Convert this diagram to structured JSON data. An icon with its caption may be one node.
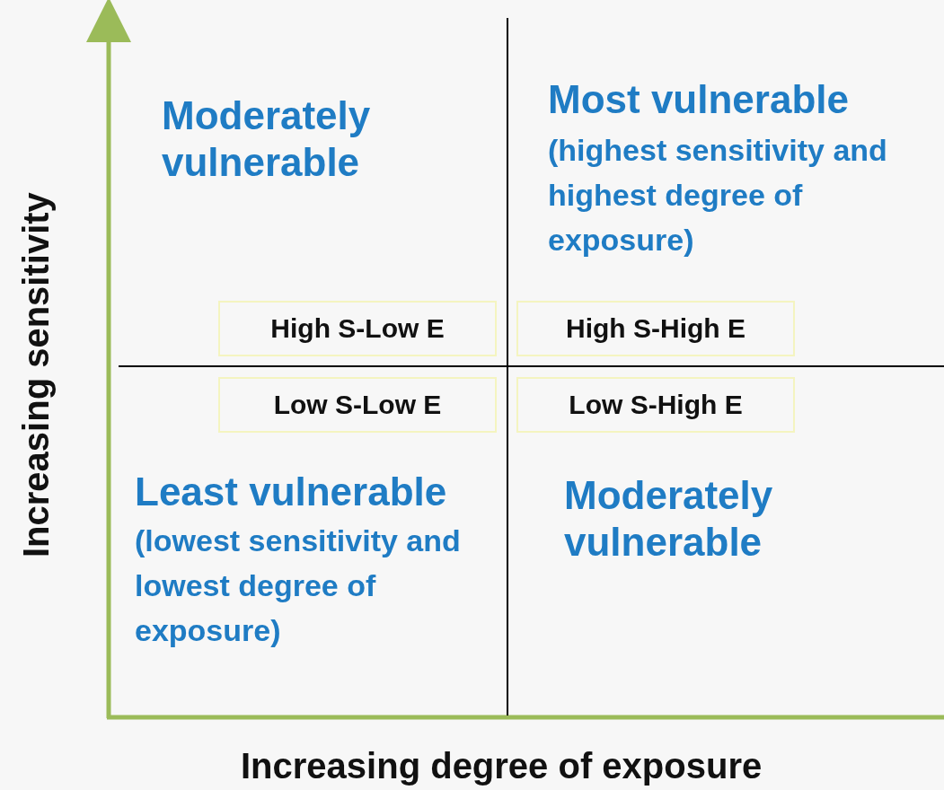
{
  "diagram": {
    "nodes": [
      {
        "text": [
          "High S-Low E"
        ]
      },
      {
        "text": [
          "High S-High E"
        ]
      },
      {
        "text": [
          "Low S-Low E"
        ]
      },
      {
        "text": [
          "Low S-High E"
        ]
      }
    ],
    "labels": [
      "Moderately vulnerable",
      "Most vulnerable",
      "(highest sensitivity and highest degree of exposure)",
      "Least vulnerable",
      "(lowest sensitivity and lowest degree of exposure)",
      "Moderately vulnerable",
      "Increasing sensitivity",
      "Increasing degree of exposure"
    ]
  }
}
